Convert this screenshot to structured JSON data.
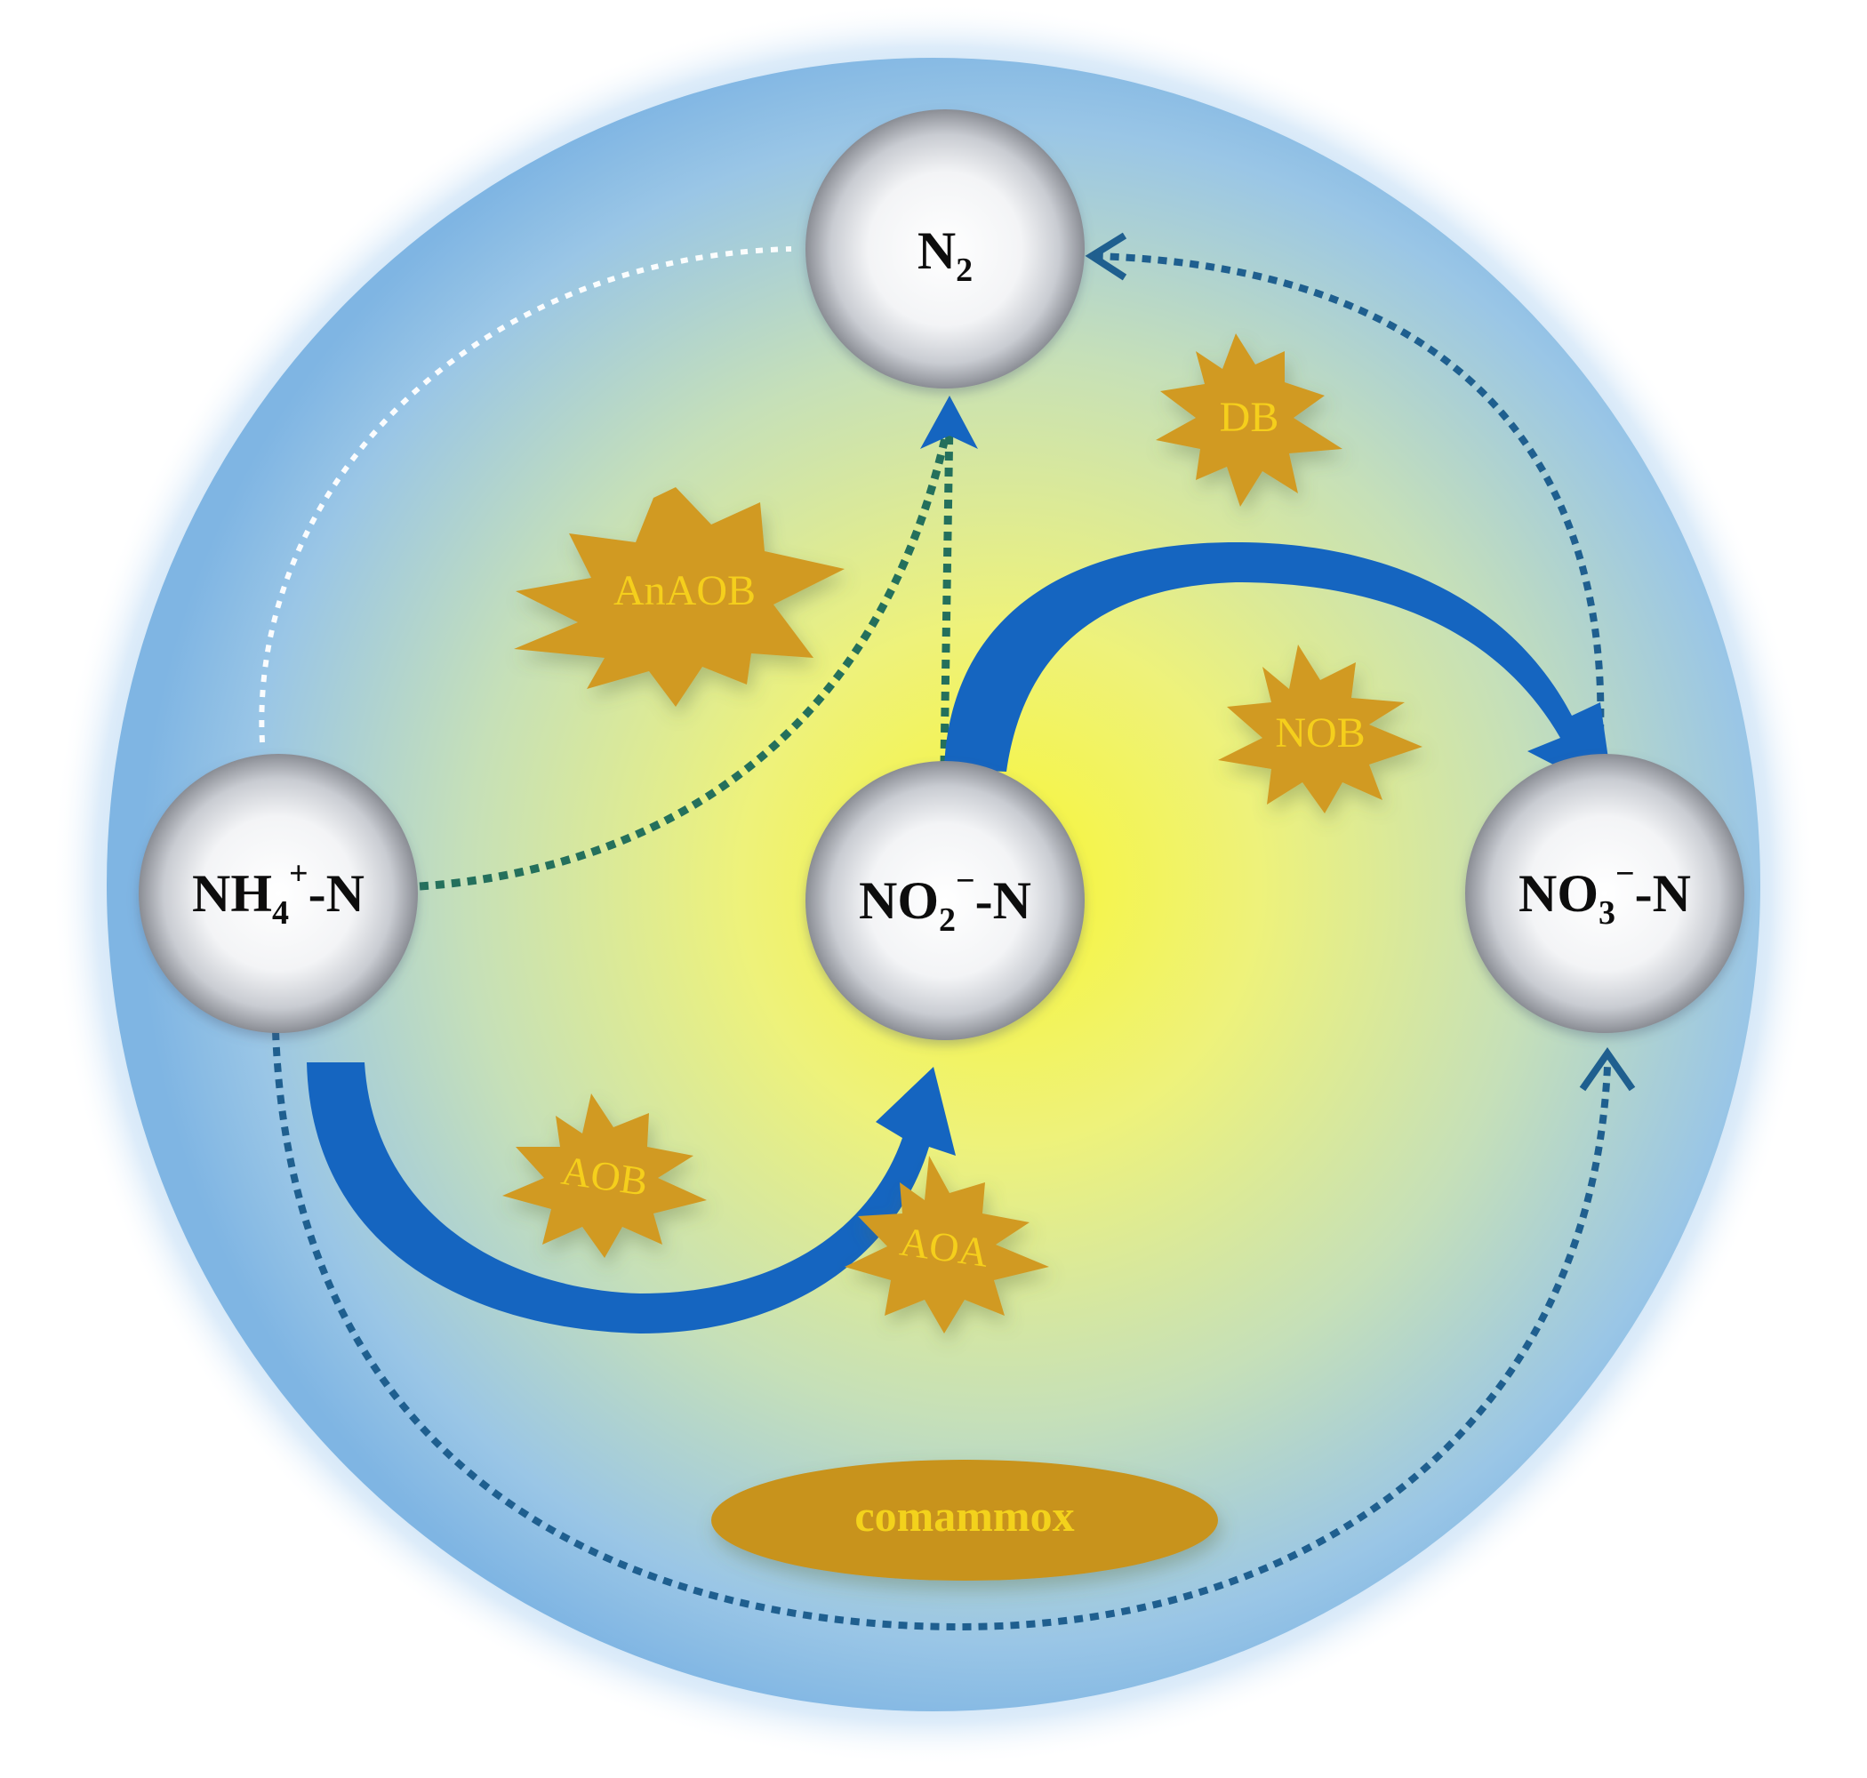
{
  "nodes": {
    "n2": {
      "main": "N",
      "sub": "2",
      "sup": "",
      "tail": ""
    },
    "nh4": {
      "main": "NH",
      "sub": "4",
      "sup": "+",
      "tail": "-N"
    },
    "no2": {
      "main": "NO",
      "sub": "2",
      "sup": "−",
      "tail": "-N"
    },
    "no3": {
      "main": "NO",
      "sub": "3",
      "sup": "−",
      "tail": "-N"
    }
  },
  "microbes": {
    "anaob": "AnAOB",
    "db": "DB",
    "nob": "NOB",
    "aob": "AOB",
    "aoa": "AOA",
    "comammox": "comammox"
  },
  "colors": {
    "outer_blue": "#7fb5e3",
    "center_yellow": "#f7f43a",
    "arrow_blue": "#1565c0",
    "dotted_blue": "#1f5f8f",
    "dotted_green": "#24705c",
    "dotted_white": "#ffffff",
    "microbe_gold": "#d19a22",
    "microbe_text": "#f5cf1a",
    "node_text": "#111111"
  }
}
